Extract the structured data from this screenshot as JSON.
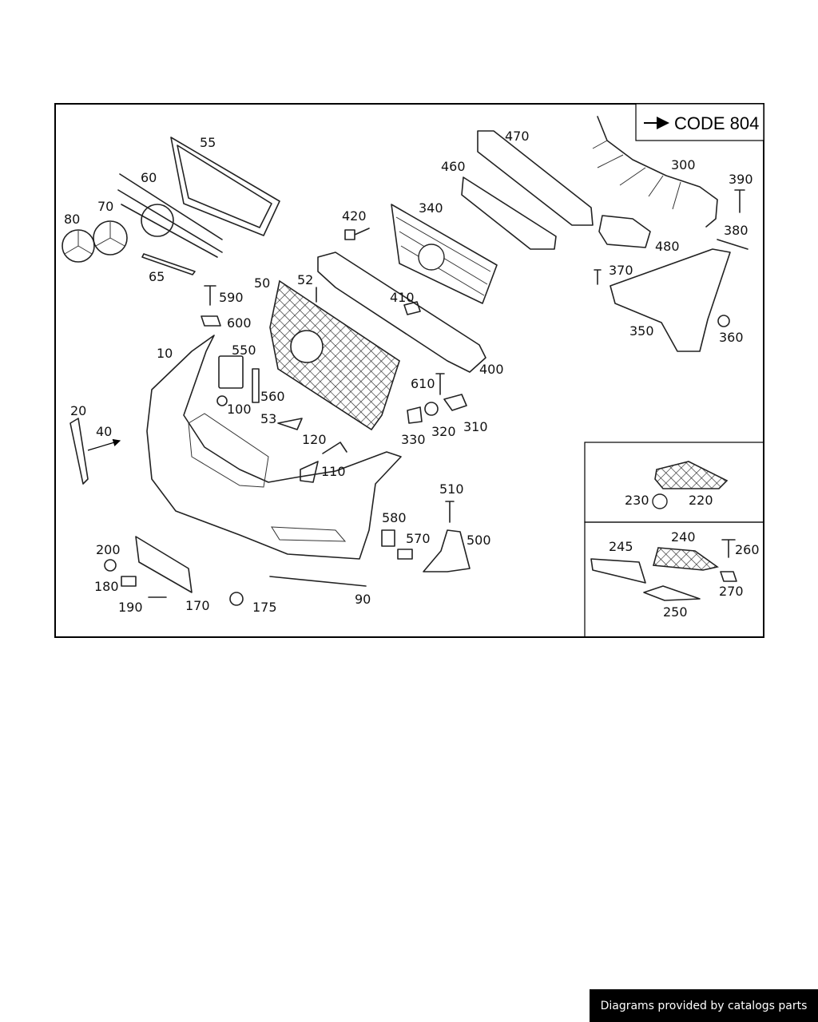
{
  "code_box": {
    "label": "CODE 804"
  },
  "callouts": {
    "c10": "10",
    "c20": "20",
    "c40": "40",
    "c50": "50",
    "c52": "52",
    "c53": "53",
    "c55": "55",
    "c60": "60",
    "c65": "65",
    "c70": "70",
    "c80": "80",
    "c90": "90",
    "c100": "100",
    "c110": "110",
    "c120": "120",
    "c170": "170",
    "c175": "175",
    "c180": "180",
    "c190": "190",
    "c200": "200",
    "c220": "220",
    "c230": "230",
    "c240": "240",
    "c245": "245",
    "c250": "250",
    "c260": "260",
    "c270": "270",
    "c300": "300",
    "c310": "310",
    "c320": "320",
    "c330": "330",
    "c340": "340",
    "c350": "350",
    "c360": "360",
    "c370": "370",
    "c380": "380",
    "c390": "390",
    "c400": "400",
    "c410": "410",
    "c420": "420",
    "c460": "460",
    "c470": "470",
    "c480": "480",
    "c500": "500",
    "c510": "510",
    "c550": "550",
    "c560": "560",
    "c570": "570",
    "c580": "580",
    "c590": "590",
    "c600": "600",
    "c610": "610"
  },
  "credit": "Diagrams provided by catalogs parts"
}
